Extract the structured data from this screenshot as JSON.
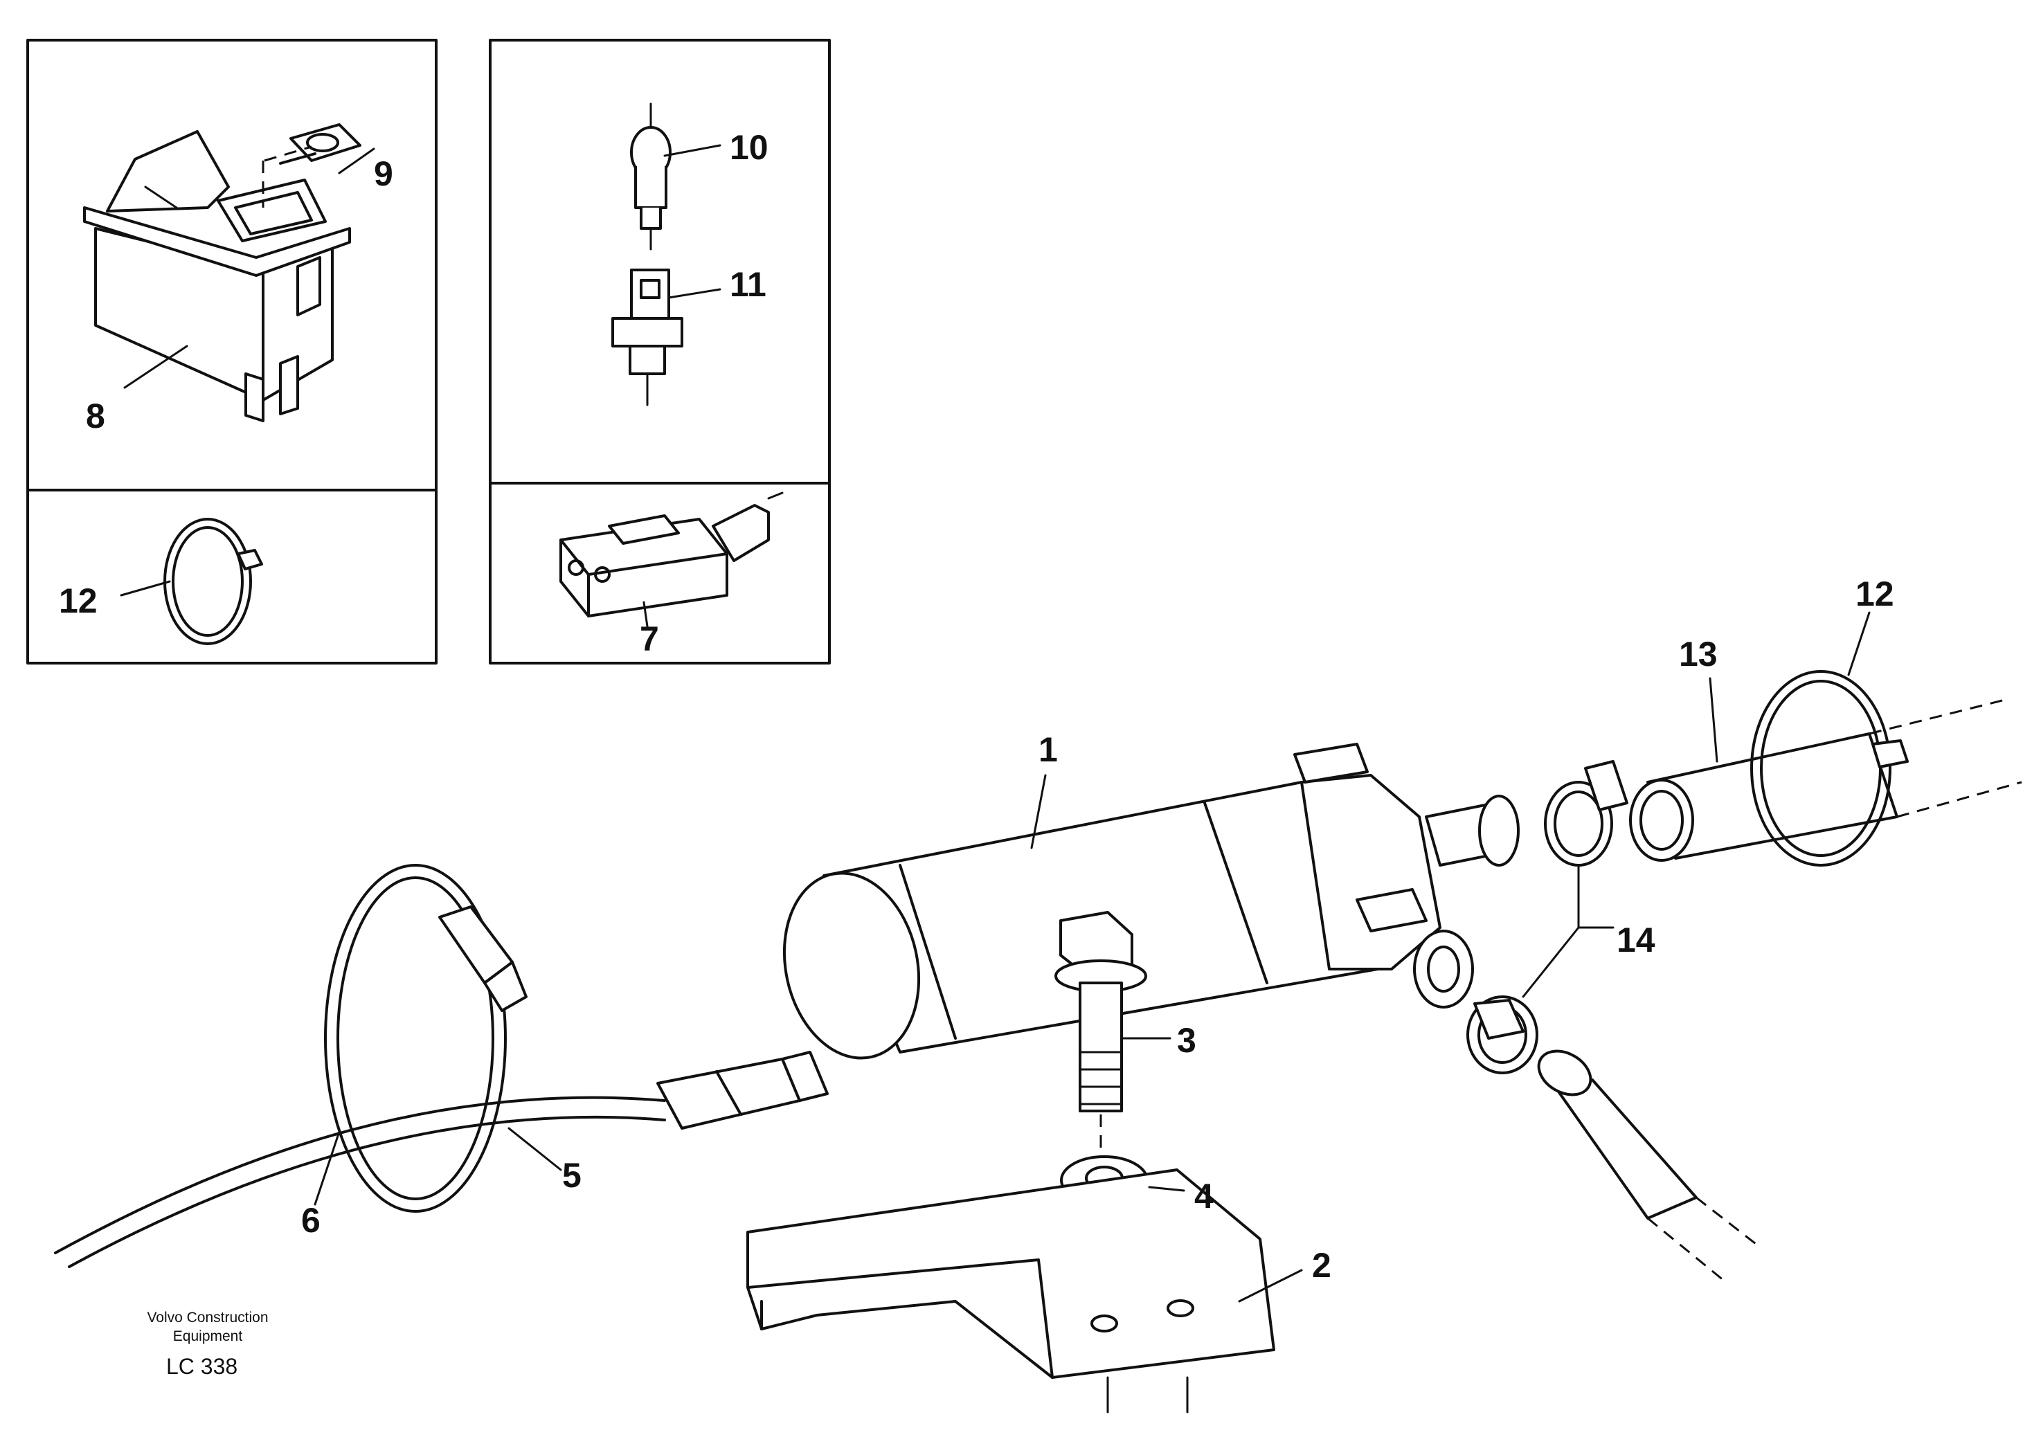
{
  "callouts": {
    "c1": "1",
    "c2": "2",
    "c3": "3",
    "c4": "4",
    "c5": "5",
    "c6": "6",
    "c7": "7",
    "c8": "8",
    "c9": "9",
    "c10": "10",
    "c11": "11",
    "c12a": "12",
    "c12b": "12",
    "c13": "13",
    "c14": "14"
  },
  "footer": {
    "brand_line1": "Volvo Construction",
    "brand_line2": "Equipment",
    "drawing_code": "LC 338"
  }
}
